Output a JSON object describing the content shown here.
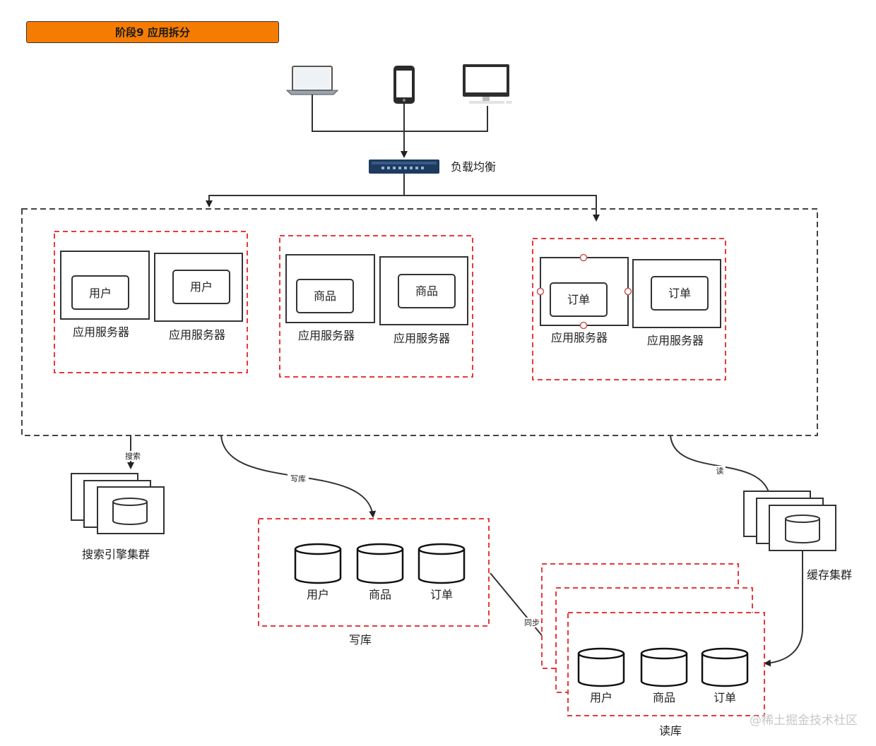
{
  "title": "阶段9 应用拆分",
  "load_balancer_label": "负载均衡",
  "clusters": [
    {
      "service": "用户",
      "server_label": "应用服务器"
    },
    {
      "service": "商品",
      "server_label": "应用服务器"
    },
    {
      "service": "订单",
      "server_label": "应用服务器"
    }
  ],
  "edges": {
    "search": "搜索",
    "write": "写库",
    "read": "读",
    "sync": "同步"
  },
  "search_cluster_label": "搜索引擎集群",
  "cache_cluster_label": "缓存集群",
  "write_db": {
    "label": "写库",
    "tables": [
      "用户",
      "商品",
      "订单"
    ]
  },
  "read_db": {
    "label": "读库",
    "tables": [
      "用户",
      "商品",
      "订单"
    ]
  },
  "watermark": "@稀土掘金技术社区"
}
